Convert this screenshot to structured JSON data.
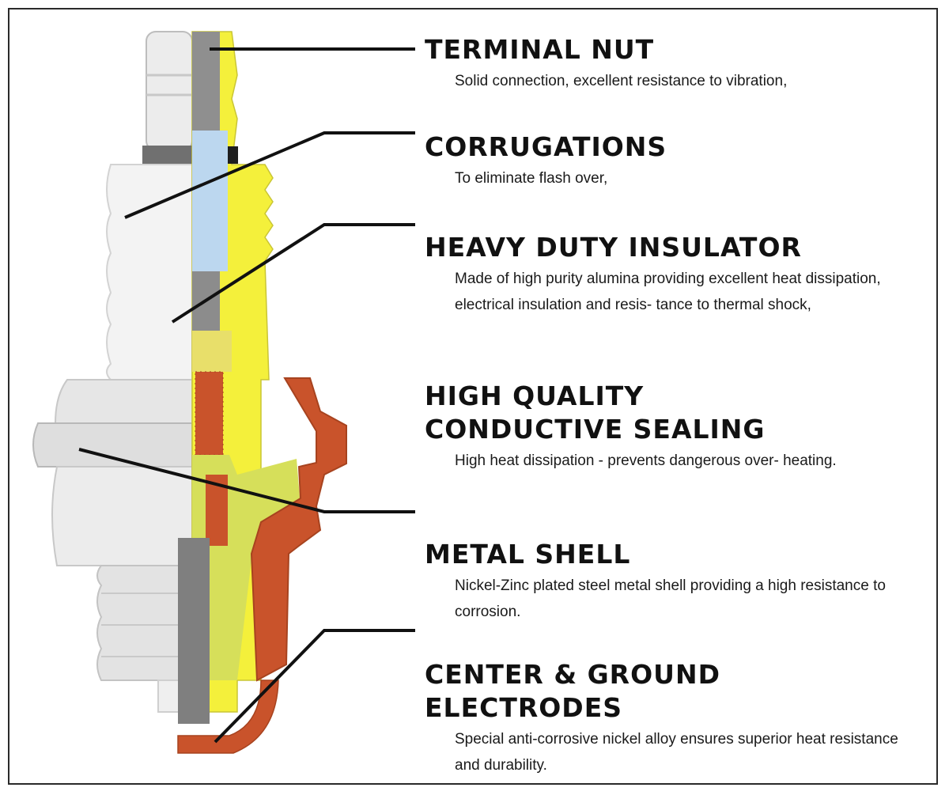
{
  "colors": {
    "insulator": "#f1f1f1",
    "metal_shell": "#dcdcdc",
    "cutaway_yellow": "#f3f03a",
    "terminal_grey": "#8c8c8c",
    "resistor_blue": "#b9d6ef",
    "sealing_red": "#c9532b",
    "sealing_olive": "#d7e15c",
    "leader_line": "#111111"
  },
  "labels": [
    {
      "id": "terminal-nut",
      "heading": "TERMINAL NUT",
      "description": "Solid connection, excellent resistance to vibration,"
    },
    {
      "id": "corrugations",
      "heading": "CORRUGATIONS",
      "description": "To eliminate flash over,"
    },
    {
      "id": "heavy-duty-insulator",
      "heading": "HEAVY DUTY INSULATOR",
      "description": "Made of high purity alumina providing excellent heat dissipation, electrical insulation and resis- tance to thermal shock,"
    },
    {
      "id": "conductive-sealing",
      "heading": "HIGH QUALITY CONDUCTIVE SEALING",
      "description": "High heat dissipation - prevents dangerous over- heating."
    },
    {
      "id": "metal-shell",
      "heading": "METAL SHELL",
      "description": "Nickel-Zinc plated steel metal shell providing a high resistance to corrosion."
    },
    {
      "id": "electrodes",
      "heading": "CENTER & GROUND ELECTRODES",
      "description": "Special anti-corrosive nickel alloy ensures superior heat resistance and durability."
    }
  ]
}
